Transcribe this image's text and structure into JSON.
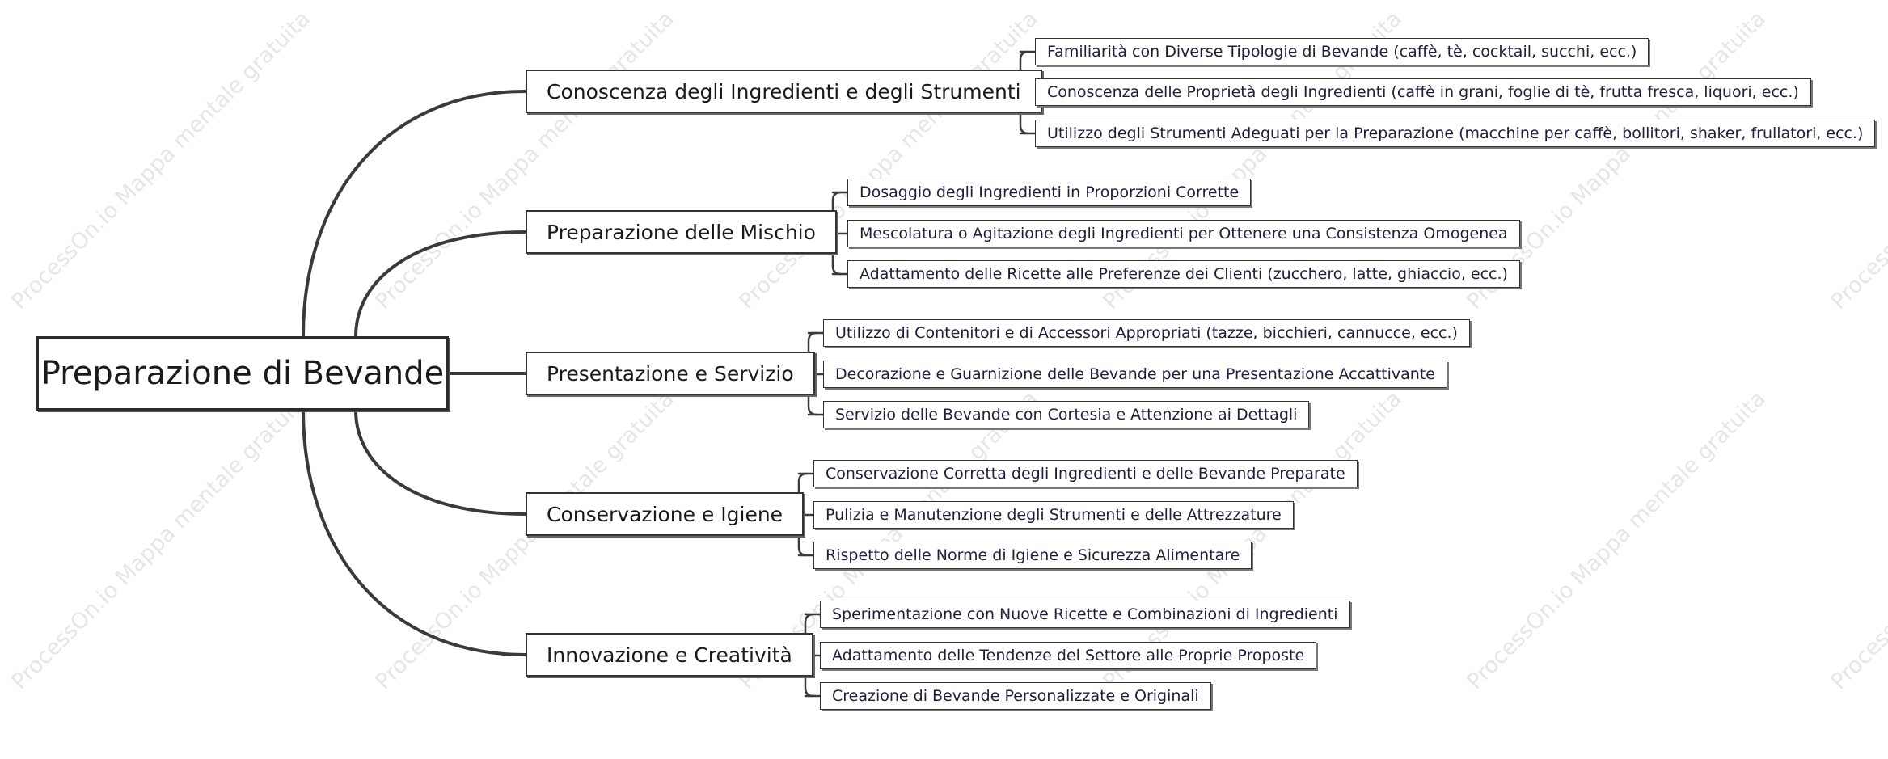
{
  "watermark_text": "ProcessOn.io Mappa mentale gratuita",
  "mindmap": {
    "root": {
      "label": "Preparazione di Bevande"
    },
    "branches": [
      {
        "label": "Conoscenza degli Ingredienti e degli Strumenti",
        "children": [
          "Familiarità con Diverse Tipologie di Bevande (caffè, tè, cocktail, succhi, ecc.)",
          "Conoscenza delle Proprietà degli Ingredienti (caffè in grani, foglie di tè, frutta fresca, liquori, ecc.)",
          "Utilizzo degli Strumenti Adeguati per la Preparazione (macchine per caffè, bollitori, shaker, frullatori, ecc.)"
        ]
      },
      {
        "label": "Preparazione delle Mischio",
        "children": [
          "Dosaggio degli Ingredienti in Proporzioni Corrette",
          "Mescolatura o Agitazione degli Ingredienti per Ottenere una Consistenza Omogenea",
          "Adattamento delle Ricette alle Preferenze dei Clienti (zucchero, latte, ghiaccio, ecc.)"
        ]
      },
      {
        "label": "Presentazione e Servizio",
        "children": [
          "Utilizzo di Contenitori e di Accessori Appropriati (tazze, bicchieri, cannucce, ecc.)",
          "Decorazione e Guarnizione delle Bevande per una Presentazione Accattivante",
          "Servizio delle Bevande con Cortesia e Attenzione ai Dettagli"
        ]
      },
      {
        "label": "Conservazione e Igiene",
        "children": [
          "Conservazione Corretta degli Ingredienti e delle Bevande Preparate",
          "Pulizia e Manutenzione degli Strumenti e delle Attrezzature",
          "Rispetto delle Norme di Igiene e Sicurezza Alimentare"
        ]
      },
      {
        "label": "Innovazione e Creatività",
        "children": [
          "Sperimentazione con Nuove Ricette e Combinazioni di Ingredienti",
          "Adattamento delle Tendenze del Settore alle Proprie Proposte",
          "Creazione di Bevande Personalizzate e Originali"
        ]
      }
    ]
  },
  "colors": {
    "line": "#3a3a3a",
    "leaf_text": "#1e1e3c",
    "watermark": "#e6e6e6"
  }
}
